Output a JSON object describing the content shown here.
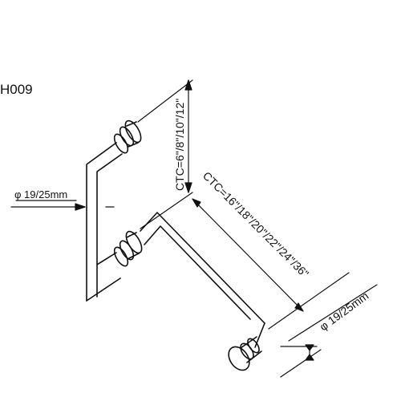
{
  "diagram": {
    "model_code": "H009",
    "dim_ctc_vertical": "CTC=6\"/8\"/10\"/12\"",
    "dim_ctc_horizontal": "CTC=16\"/18\"/20\"/22\"/24\"/36\"",
    "dim_diameter_left": "φ 19/25mm",
    "dim_diameter_right": "φ 19/25mm"
  },
  "colors": {
    "line": "#111111",
    "background": "#ffffff"
  }
}
